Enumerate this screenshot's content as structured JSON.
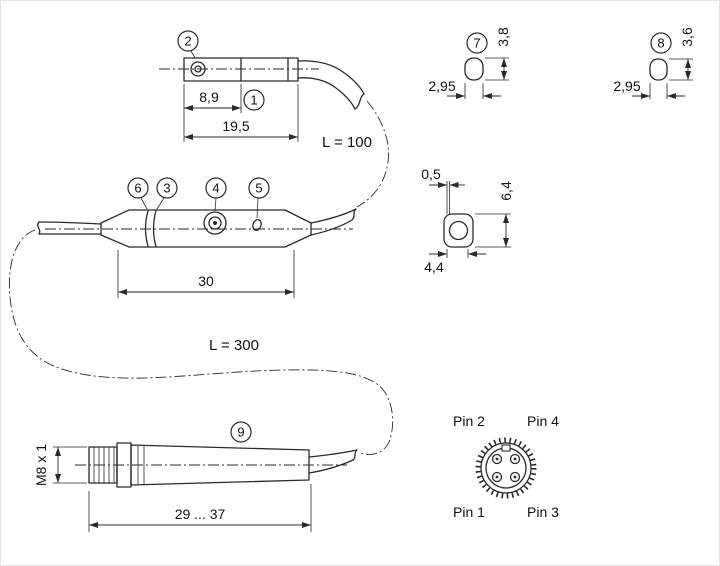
{
  "drawing": {
    "callouts": {
      "n1": "1",
      "n2": "2",
      "n3": "3",
      "n4": "4",
      "n5": "5",
      "n6": "6",
      "n7": "7",
      "n8": "8",
      "n9": "9"
    },
    "dims": {
      "head_inner": "8,9",
      "head_total": "19,5",
      "cable_short": "L = 100",
      "body_len": "30",
      "s7_h": "3,8",
      "s7_w": "2,95",
      "s8_h": "3,6",
      "s8_w": "2,95",
      "cs_gap": "0,5",
      "cs_h": "6,4",
      "cs_w": "4,4",
      "cable_long": "L = 300",
      "thread": "M8 x 1",
      "conn_len": "29 ... 37"
    },
    "pins": {
      "p1": "Pin 1",
      "p2": "Pin 2",
      "p3": "Pin 3",
      "p4": "Pin 4"
    }
  }
}
